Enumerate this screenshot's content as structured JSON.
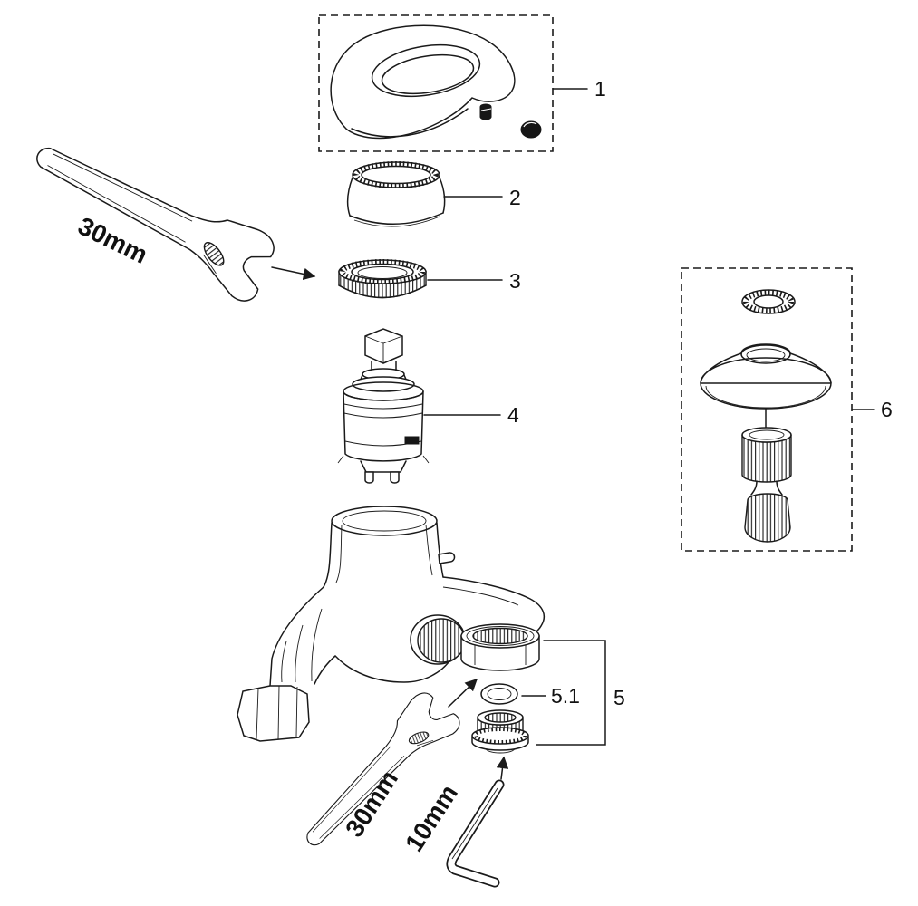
{
  "diagram": {
    "type": "exploded-parts-diagram",
    "subject": "single-lever-faucet-exploded-view",
    "background_color": "#ffffff",
    "line_color": "#1a1a1a",
    "callouts": {
      "c1": "1",
      "c2": "2",
      "c3": "3",
      "c4": "4",
      "c5": "5",
      "c5_1": "5.1",
      "c6": "6"
    },
    "tools": {
      "wrench_top_label": "30mm",
      "wrench_bottom_label": "30mm",
      "hex_key_label": "10mm"
    }
  }
}
